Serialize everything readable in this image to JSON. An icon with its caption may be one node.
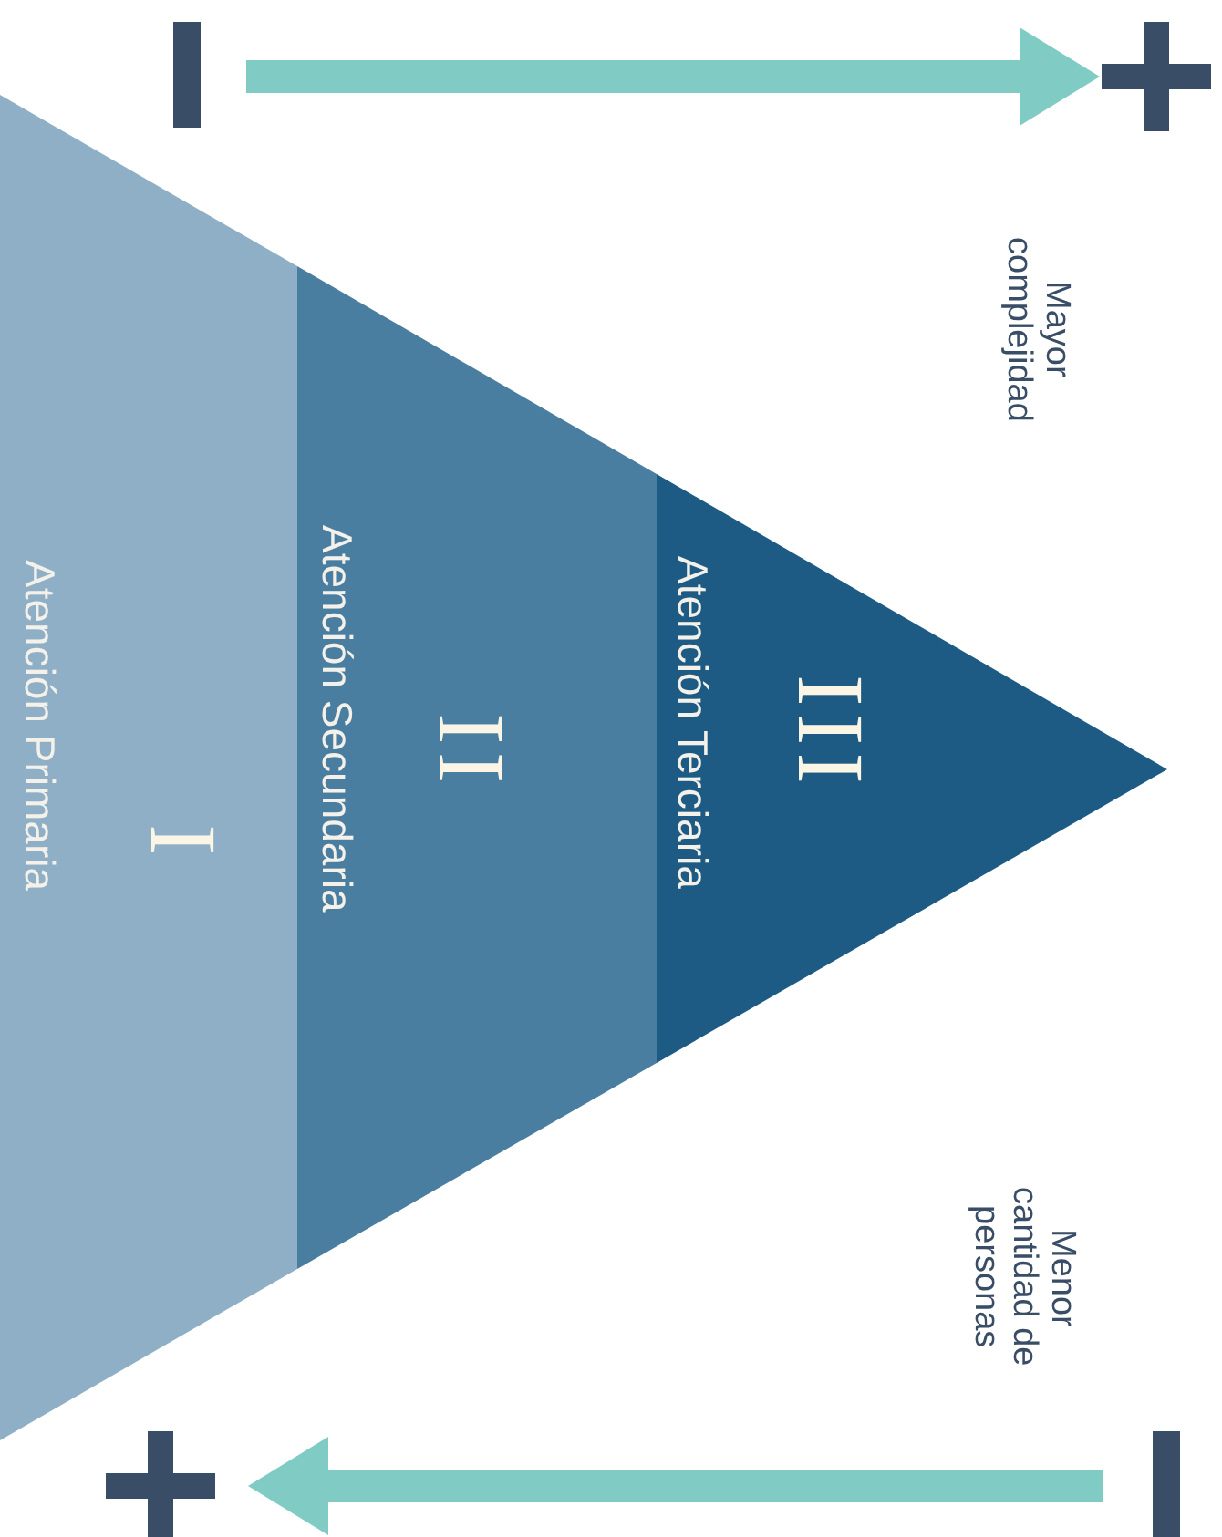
{
  "diagram": {
    "nodes": [
      {
        "text": [
          "I",
          "Atención Primaria"
        ]
      },
      {
        "text": [
          "II",
          "Atención Secundaria"
        ]
      },
      {
        "text": [
          "III",
          "Atención Terciaria"
        ]
      }
    ],
    "labels": [
      "Mayor complejidad",
      "Menor cantidad de personas"
    ]
  }
}
